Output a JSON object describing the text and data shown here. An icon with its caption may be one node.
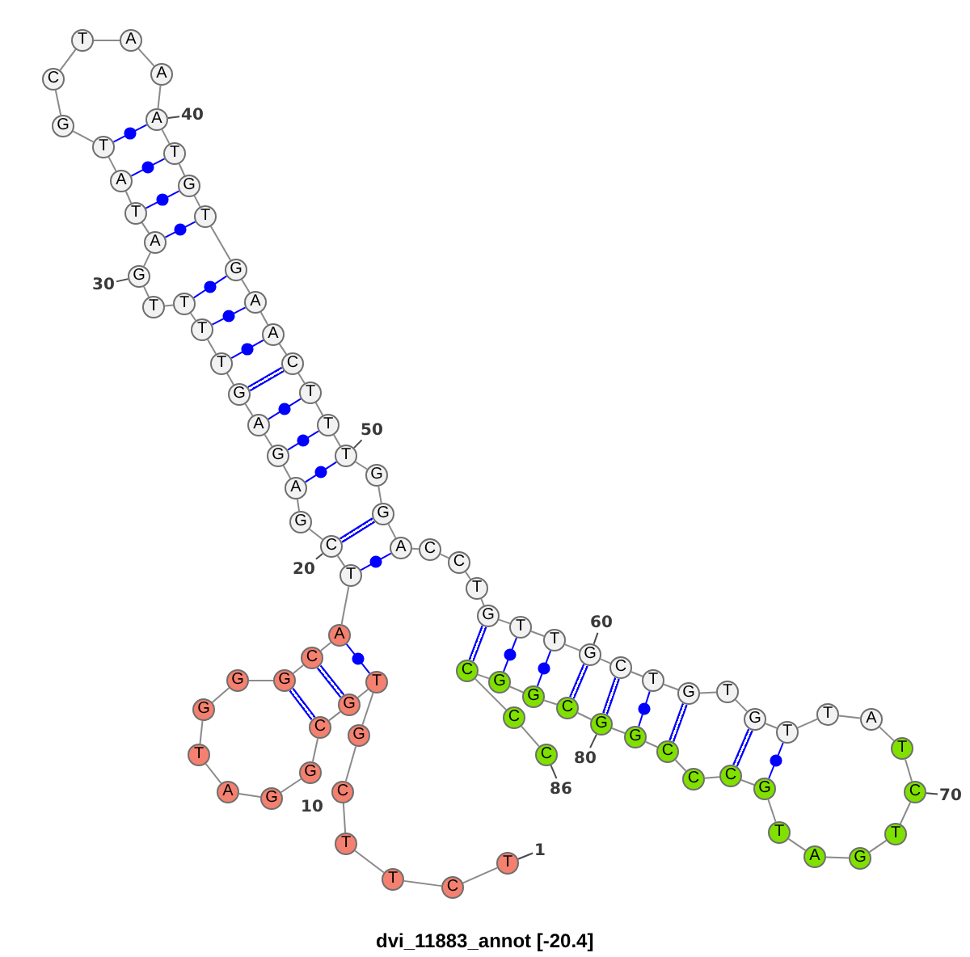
{
  "diagram": {
    "caption": "dvi_11883_annot [-20.4]",
    "nodes": [
      {
        "text": [
          "T"
        ]
      },
      {
        "text": [
          "C"
        ]
      },
      {
        "text": [
          "T"
        ]
      },
      {
        "text": [
          "T"
        ]
      },
      {
        "text": [
          "C"
        ]
      },
      {
        "text": [
          "G"
        ]
      },
      {
        "text": [
          "T"
        ]
      },
      {
        "text": [
          "G"
        ]
      },
      {
        "text": [
          "C"
        ]
      },
      {
        "text": [
          "G"
        ]
      },
      {
        "text": [
          "G"
        ]
      },
      {
        "text": [
          "A"
        ]
      },
      {
        "text": [
          "T"
        ]
      },
      {
        "text": [
          "G"
        ]
      },
      {
        "text": [
          "G"
        ]
      },
      {
        "text": [
          "G"
        ]
      },
      {
        "text": [
          "C"
        ]
      },
      {
        "text": [
          "A"
        ]
      },
      {
        "text": [
          "T"
        ]
      },
      {
        "text": [
          "C"
        ]
      },
      {
        "text": [
          "G"
        ]
      },
      {
        "text": [
          "A"
        ]
      },
      {
        "text": [
          "G"
        ]
      },
      {
        "text": [
          "A"
        ]
      },
      {
        "text": [
          "G"
        ]
      },
      {
        "text": [
          "T"
        ]
      },
      {
        "text": [
          "T"
        ]
      },
      {
        "text": [
          "T"
        ]
      },
      {
        "text": [
          "T"
        ]
      },
      {
        "text": [
          "G"
        ]
      },
      {
        "text": [
          "A"
        ]
      },
      {
        "text": [
          "T"
        ]
      },
      {
        "text": [
          "A"
        ]
      },
      {
        "text": [
          "T"
        ]
      },
      {
        "text": [
          "G"
        ]
      },
      {
        "text": [
          "C"
        ]
      },
      {
        "text": [
          "T"
        ]
      },
      {
        "text": [
          "A"
        ]
      },
      {
        "text": [
          "A"
        ]
      },
      {
        "text": [
          "A"
        ]
      },
      {
        "text": [
          "T"
        ]
      },
      {
        "text": [
          "G"
        ]
      },
      {
        "text": [
          "T"
        ]
      },
      {
        "text": [
          "G"
        ]
      },
      {
        "text": [
          "A"
        ]
      },
      {
        "text": [
          "A"
        ]
      },
      {
        "text": [
          "C"
        ]
      },
      {
        "text": [
          "T"
        ]
      },
      {
        "text": [
          "T"
        ]
      },
      {
        "text": [
          "T"
        ]
      },
      {
        "text": [
          "G"
        ]
      },
      {
        "text": [
          "G"
        ]
      },
      {
        "text": [
          "A"
        ]
      },
      {
        "text": [
          "C"
        ]
      },
      {
        "text": [
          "C"
        ]
      },
      {
        "text": [
          "T"
        ]
      },
      {
        "text": [
          "G"
        ]
      },
      {
        "text": [
          "T"
        ]
      },
      {
        "text": [
          "T"
        ]
      },
      {
        "text": [
          "G"
        ]
      },
      {
        "text": [
          "C"
        ]
      },
      {
        "text": [
          "T"
        ]
      },
      {
        "text": [
          "G"
        ]
      },
      {
        "text": [
          "T"
        ]
      },
      {
        "text": [
          "G"
        ]
      },
      {
        "text": [
          "T"
        ]
      },
      {
        "text": [
          "T"
        ]
      },
      {
        "text": [
          "A"
        ]
      },
      {
        "text": [
          "T"
        ]
      },
      {
        "text": [
          "C"
        ]
      },
      {
        "text": [
          "T"
        ]
      },
      {
        "text": [
          "G"
        ]
      },
      {
        "text": [
          "A"
        ]
      },
      {
        "text": [
          "T"
        ]
      },
      {
        "text": [
          "G"
        ]
      },
      {
        "text": [
          "C"
        ]
      },
      {
        "text": [
          "C"
        ]
      },
      {
        "text": [
          "C"
        ]
      },
      {
        "text": [
          "G"
        ]
      },
      {
        "text": [
          "G"
        ]
      },
      {
        "text": [
          "C"
        ]
      },
      {
        "text": [
          "G"
        ]
      },
      {
        "text": [
          "G"
        ]
      },
      {
        "text": [
          "C"
        ]
      },
      {
        "text": [
          "C"
        ]
      },
      {
        "text": [
          "C"
        ]
      },
      {
        "text": [
          "1"
        ]
      },
      {
        "text": [
          "20"
        ]
      },
      {
        "text": [
          "30"
        ]
      },
      {
        "text": [
          "40"
        ]
      },
      {
        "text": [
          "50"
        ]
      },
      {
        "text": [
          "60"
        ]
      },
      {
        "text": [
          "70"
        ]
      },
      {
        "text": [
          "80"
        ]
      },
      {
        "text": [
          "86"
        ]
      }
    ],
    "edges": [
      {
        "from": 0,
        "to": 1,
        "arrow": "none"
      },
      {
        "from": 1,
        "to": 2,
        "arrow": "none"
      },
      {
        "from": 2,
        "to": 3,
        "arrow": "none"
      },
      {
        "from": 3,
        "to": 4,
        "arrow": "none"
      },
      {
        "from": 4,
        "to": 5,
        "arrow": "none"
      },
      {
        "from": 5,
        "to": 6,
        "arrow": "none"
      },
      {
        "from": 6,
        "to": 7,
        "arrow": "none"
      },
      {
        "from": 7,
        "to": 8,
        "arrow": "none"
      },
      {
        "from": 8,
        "to": 9,
        "arrow": "none"
      },
      {
        "from": 9,
        "to": 10,
        "arrow": "none"
      },
      {
        "from": 10,
        "to": 11,
        "arrow": "none"
      },
      {
        "from": 11,
        "to": 12,
        "arrow": "none"
      },
      {
        "from": 12,
        "to": 13,
        "arrow": "none"
      },
      {
        "from": 13,
        "to": 14,
        "arrow": "none"
      },
      {
        "from": 14,
        "to": 15,
        "arrow": "none"
      },
      {
        "from": 15,
        "to": 16,
        "arrow": "none"
      },
      {
        "from": 16,
        "to": 17,
        "arrow": "none"
      },
      {
        "from": 17,
        "to": 18,
        "arrow": "none"
      },
      {
        "from": 18,
        "to": 19,
        "arrow": "none"
      },
      {
        "from": 19,
        "to": 20,
        "arrow": "none"
      },
      {
        "from": 20,
        "to": 21,
        "arrow": "none"
      },
      {
        "from": 21,
        "to": 22,
        "arrow": "none"
      },
      {
        "from": 22,
        "to": 23,
        "arrow": "none"
      },
      {
        "from": 23,
        "to": 24,
        "arrow": "none"
      },
      {
        "from": 24,
        "to": 25,
        "arrow": "none"
      },
      {
        "from": 25,
        "to": 26,
        "arrow": "none"
      },
      {
        "from": 26,
        "to": 27,
        "arrow": "none"
      },
      {
        "from": 27,
        "to": 28,
        "arrow": "none"
      },
      {
        "from": 28,
        "to": 29,
        "arrow": "none"
      },
      {
        "from": 29,
        "to": 30,
        "arrow": "none"
      },
      {
        "from": 30,
        "to": 31,
        "arrow": "none"
      },
      {
        "from": 31,
        "to": 32,
        "arrow": "none"
      },
      {
        "from": 32,
        "to": 33,
        "arrow": "none"
      },
      {
        "from": 33,
        "to": 34,
        "arrow": "none"
      },
      {
        "from": 34,
        "to": 35,
        "arrow": "none"
      },
      {
        "from": 35,
        "to": 36,
        "arrow": "none"
      },
      {
        "from": 36,
        "to": 37,
        "arrow": "none"
      },
      {
        "from": 37,
        "to": 38,
        "arrow": "none"
      },
      {
        "from": 38,
        "to": 39,
        "arrow": "none"
      },
      {
        "from": 39,
        "to": 40,
        "arrow": "none"
      },
      {
        "from": 40,
        "to": 41,
        "arrow": "none"
      },
      {
        "from": 41,
        "to": 42,
        "arrow": "none"
      },
      {
        "from": 42,
        "to": 43,
        "arrow": "none"
      },
      {
        "from": 43,
        "to": 44,
        "arrow": "none"
      },
      {
        "from": 44,
        "to": 45,
        "arrow": "none"
      },
      {
        "from": 45,
        "to": 46,
        "arrow": "none"
      },
      {
        "from": 46,
        "to": 47,
        "arrow": "none"
      },
      {
        "from": 47,
        "to": 48,
        "arrow": "none"
      },
      {
        "from": 48,
        "to": 49,
        "arrow": "none"
      },
      {
        "from": 49,
        "to": 50,
        "arrow": "none"
      },
      {
        "from": 50,
        "to": 51,
        "arrow": "none"
      },
      {
        "from": 51,
        "to": 52,
        "arrow": "none"
      },
      {
        "from": 52,
        "to": 53,
        "arrow": "none"
      },
      {
        "from": 53,
        "to": 54,
        "arrow": "none"
      },
      {
        "from": 54,
        "to": 55,
        "arrow": "none"
      },
      {
        "from": 55,
        "to": 56,
        "arrow": "none"
      },
      {
        "from": 56,
        "to": 57,
        "arrow": "none"
      },
      {
        "from": 57,
        "to": 58,
        "arrow": "none"
      },
      {
        "from": 58,
        "to": 59,
        "arrow": "none"
      },
      {
        "from": 59,
        "to": 60,
        "arrow": "none"
      },
      {
        "from": 60,
        "to": 61,
        "arrow": "none"
      },
      {
        "from": 61,
        "to": 62,
        "arrow": "none"
      },
      {
        "from": 62,
        "to": 63,
        "arrow": "none"
      },
      {
        "from": 63,
        "to": 64,
        "arrow": "none"
      },
      {
        "from": 64,
        "to": 65,
        "arrow": "none"
      },
      {
        "from": 65,
        "to": 66,
        "arrow": "none"
      },
      {
        "from": 66,
        "to": 67,
        "arrow": "none"
      },
      {
        "from": 67,
        "to": 68,
        "arrow": "none"
      },
      {
        "from": 68,
        "to": 69,
        "arrow": "none"
      },
      {
        "from": 69,
        "to": 70,
        "arrow": "none"
      },
      {
        "from": 70,
        "to": 71,
        "arrow": "none"
      },
      {
        "from": 71,
        "to": 72,
        "arrow": "none"
      },
      {
        "from": 72,
        "to": 73,
        "arrow": "none"
      },
      {
        "from": 73,
        "to": 74,
        "arrow": "none"
      },
      {
        "from": 74,
        "to": 75,
        "arrow": "none"
      },
      {
        "from": 75,
        "to": 76,
        "arrow": "none"
      },
      {
        "from": 76,
        "to": 77,
        "arrow": "none"
      },
      {
        "from": 77,
        "to": 78,
        "arrow": "none"
      },
      {
        "from": 78,
        "to": 79,
        "arrow": "none"
      },
      {
        "from": 79,
        "to": 80,
        "arrow": "none"
      },
      {
        "from": 80,
        "to": 81,
        "arrow": "none"
      },
      {
        "from": 81,
        "to": 82,
        "arrow": "none"
      },
      {
        "from": 82,
        "to": 83,
        "arrow": "none"
      },
      {
        "from": 83,
        "to": 84,
        "arrow": "none"
      },
      {
        "from": 84,
        "to": 85,
        "arrow": "none"
      },
      {
        "from": 6,
        "to": 17,
        "arrow": "none",
        "color": "#0000ff"
      },
      {
        "from": 7,
        "to": 16,
        "arrow": "none",
        "style": "thick",
        "color": "#0000ff"
      },
      {
        "from": 8,
        "to": 15,
        "arrow": "none",
        "style": "thick",
        "color": "#0000ff"
      },
      {
        "from": 18,
        "to": 52,
        "arrow": "none",
        "color": "#0000ff"
      },
      {
        "from": 19,
        "to": 51,
        "arrow": "none",
        "style": "thick",
        "color": "#0000ff"
      },
      {
        "from": 21,
        "to": 49,
        "arrow": "none",
        "color": "#0000ff"
      },
      {
        "from": 22,
        "to": 48,
        "arrow": "none",
        "color": "#0000ff"
      },
      {
        "from": 23,
        "to": 47,
        "arrow": "none",
        "color": "#0000ff"
      },
      {
        "from": 24,
        "to": 46,
        "arrow": "none",
        "style": "thick",
        "color": "#0000ff"
      },
      {
        "from": 25,
        "to": 45,
        "arrow": "none",
        "color": "#0000ff"
      },
      {
        "from": 26,
        "to": 44,
        "arrow": "none",
        "color": "#0000ff"
      },
      {
        "from": 27,
        "to": 43,
        "arrow": "none",
        "color": "#0000ff"
      },
      {
        "from": 30,
        "to": 42,
        "arrow": "none",
        "color": "#0000ff"
      },
      {
        "from": 31,
        "to": 41,
        "arrow": "none",
        "color": "#0000ff"
      },
      {
        "from": 32,
        "to": 40,
        "arrow": "none",
        "color": "#0000ff"
      },
      {
        "from": 33,
        "to": 39,
        "arrow": "none",
        "color": "#0000ff"
      },
      {
        "from": 56,
        "to": 83,
        "arrow": "none",
        "style": "thick",
        "color": "#0000ff"
      },
      {
        "from": 57,
        "to": 82,
        "arrow": "none",
        "color": "#0000ff"
      },
      {
        "from": 58,
        "to": 81,
        "arrow": "none",
        "color": "#0000ff"
      },
      {
        "from": 59,
        "to": 80,
        "arrow": "none",
        "style": "thick",
        "color": "#0000ff"
      },
      {
        "from": 60,
        "to": 79,
        "arrow": "none",
        "style": "thick",
        "color": "#0000ff"
      },
      {
        "from": 61,
        "to": 78,
        "arrow": "none",
        "color": "#0000ff"
      },
      {
        "from": 62,
        "to": 77,
        "arrow": "none",
        "style": "thick",
        "color": "#0000ff"
      },
      {
        "from": 64,
        "to": 75,
        "arrow": "none",
        "style": "thick",
        "color": "#0000ff"
      },
      {
        "from": 65,
        "to": 74,
        "arrow": "none",
        "color": "#0000ff"
      },
      {
        "from": 86,
        "to": 0,
        "arrow": "none"
      },
      {
        "from": 87,
        "to": 19,
        "arrow": "none"
      },
      {
        "from": 88,
        "to": 29,
        "arrow": "none"
      },
      {
        "from": 89,
        "to": 39,
        "arrow": "none"
      },
      {
        "from": 90,
        "to": 49,
        "arrow": "none"
      },
      {
        "from": 91,
        "to": 59,
        "arrow": "none"
      },
      {
        "from": 92,
        "to": 69,
        "arrow": "none"
      },
      {
        "from": 93,
        "to": 79,
        "arrow": "none"
      },
      {
        "from": 94,
        "to": 85,
        "arrow": "none"
      }
    ],
    "labels": [
      "10"
    ]
  }
}
